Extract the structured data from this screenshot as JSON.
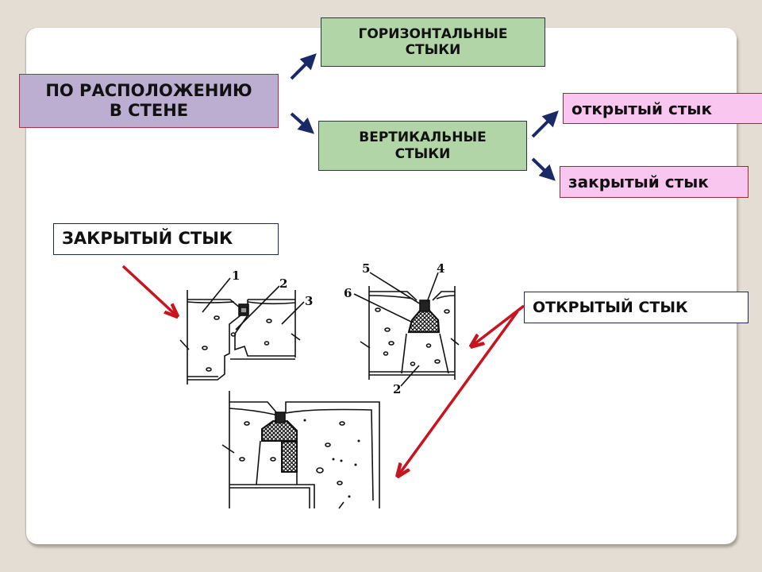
{
  "classification_root": {
    "label": "ПО РАСПОЛОЖЕНИЮ В СТЕНЕ",
    "line1": "ПО РАСПОЛОЖЕНИЮ",
    "line2": "В СТЕНЕ",
    "color": "#bcaed0"
  },
  "categories": [
    {
      "line1": "ГОРИЗОНТАЛЬНЫЕ",
      "line2": "СТЫКИ",
      "color": "#b2d5a8"
    },
    {
      "line1": "ВЕРТИКАЛЬНЫЕ",
      "line2": "СТЫКИ",
      "color": "#b2d5a8"
    }
  ],
  "subtypes": [
    {
      "label": "открытый стык",
      "color": "#f8c6ef"
    },
    {
      "label": "закрытый стык",
      "color": "#f8c6ef"
    }
  ],
  "callouts": {
    "closed_joint": "ЗАКРЫТЫЙ СТЫК",
    "open_joint": "ОТКРЫТЫЙ СТЫК"
  },
  "drawings": {
    "closed_joint_labels": [
      "1",
      "2",
      "3"
    ],
    "open_joint_labels": [
      "5",
      "4",
      "6",
      "2"
    ]
  },
  "colors": {
    "flow_arrow": "#1a2a66",
    "callout_arrow": "#c8141e",
    "background": "#e4ddd3"
  }
}
